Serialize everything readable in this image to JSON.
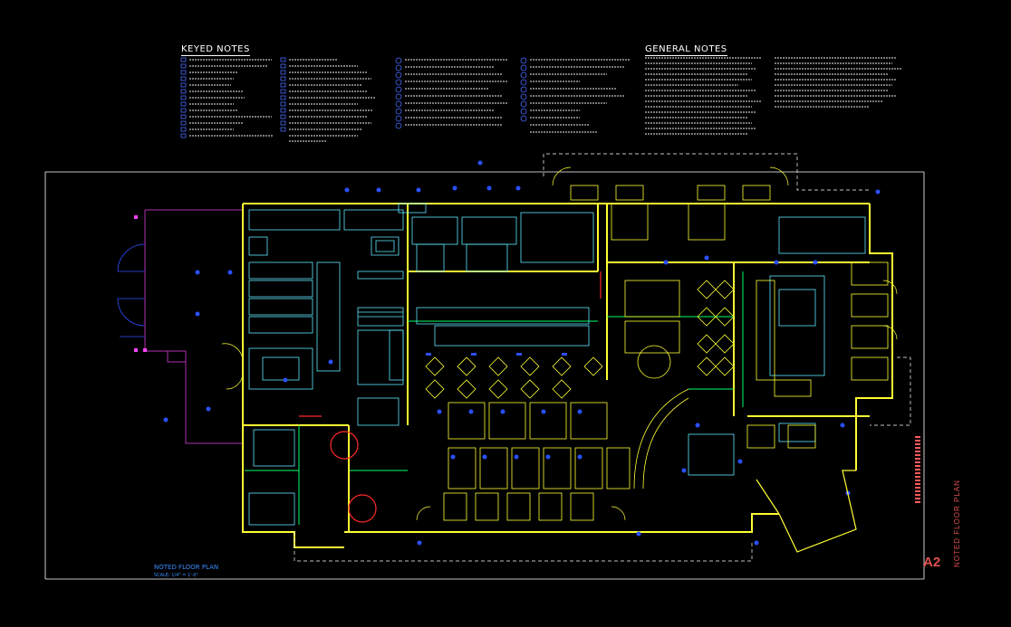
{
  "drawing": {
    "keyed_notes_title": "KEYED NOTES",
    "general_notes_title": "GENERAL NOTES",
    "plan_title": "NOTED FLOOR PLAN",
    "plan_scale": "SCALE: 1/4\" = 1'-0\"",
    "sheet_number": "A2",
    "sheet_title": "NOTED FLOOR PLAN"
  },
  "colors": {
    "background": "#000000",
    "walls": "#ffff33",
    "equipment": "#5fe8ff",
    "doors": "#ffff33",
    "frame": "#ffffff",
    "partitions": "#00ff66",
    "exterior": "#b030b0",
    "tags": "#2a50ff",
    "accent_red": "#ff2a2a",
    "sheet_red": "#e05050"
  }
}
